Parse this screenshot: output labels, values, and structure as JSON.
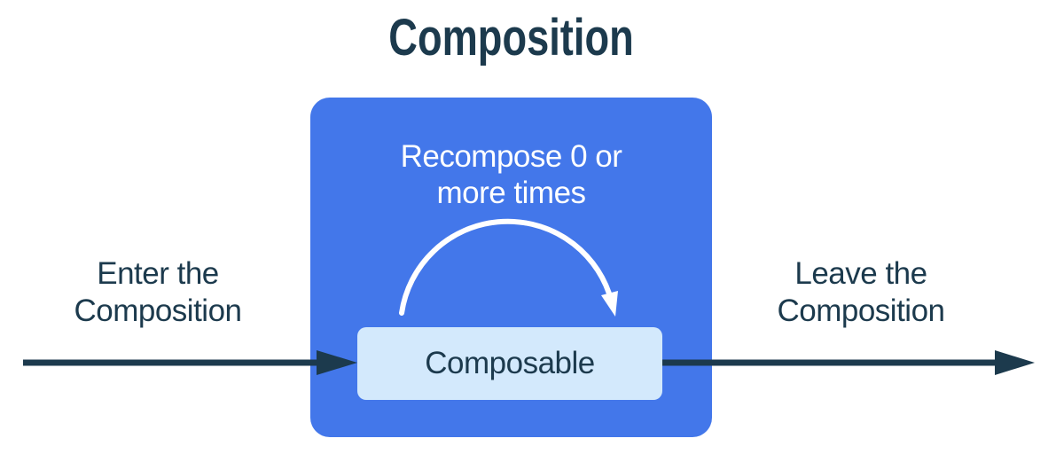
{
  "diagram": {
    "title": "Composition",
    "enter_label": "Enter the\nComposition",
    "leave_label": "Leave the\nComposition",
    "recompose_label": "Recompose 0 or\nmore times",
    "composable_label": "Composable"
  },
  "colors": {
    "background": "#ffffff",
    "primary_blue": "#4377ea",
    "light_blue": "#d3e9fc",
    "dark_navy": "#1c3a4d",
    "white_ink": "#ffffff"
  }
}
